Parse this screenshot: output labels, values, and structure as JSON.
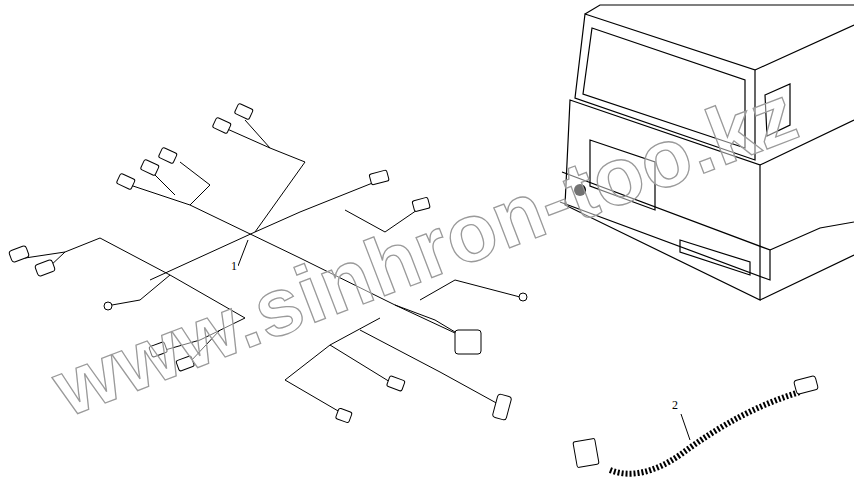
{
  "diagram": {
    "labels": [
      "1",
      "2",
      "www.sinhron-too.kz"
    ]
  }
}
